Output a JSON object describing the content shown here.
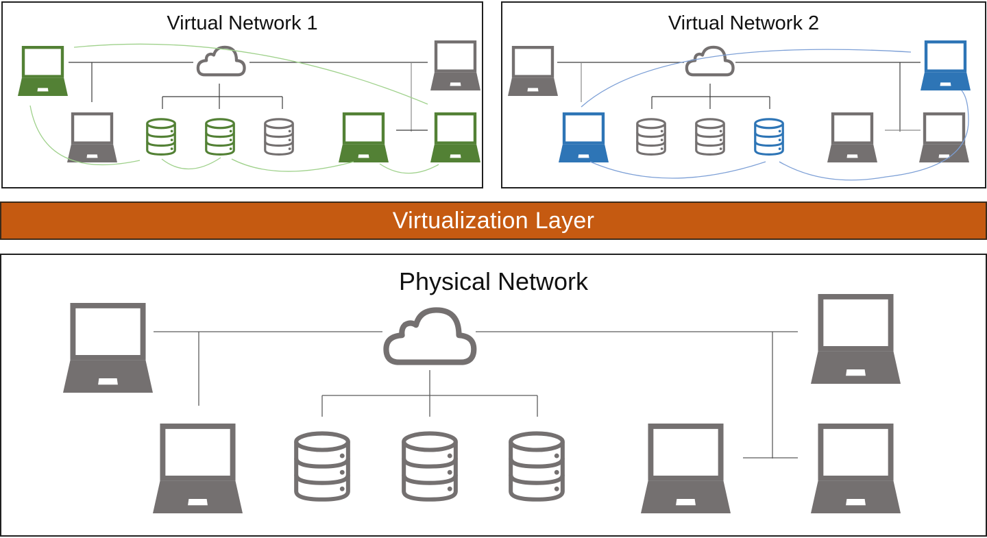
{
  "colors": {
    "device_gray": "#747070",
    "line_dark": "#3b3b3b",
    "vn1_accent": "#538135",
    "vn1_link": "#9fd18b",
    "vn2_accent": "#2e75b6",
    "vn2_link": "#7c9fd6",
    "virtualization_layer": "#c55a11",
    "panel_border": "#1f1f1f"
  },
  "virtual_network_1": {
    "title": "Virtual Network 1",
    "nodes": [
      {
        "id": "laptop-top-left",
        "type": "laptop",
        "member": true
      },
      {
        "id": "cloud",
        "type": "cloud",
        "member": false
      },
      {
        "id": "laptop-top-right",
        "type": "laptop",
        "member": false
      },
      {
        "id": "laptop-bottom-1",
        "type": "laptop",
        "member": false
      },
      {
        "id": "server-1",
        "type": "server",
        "member": true
      },
      {
        "id": "server-2",
        "type": "server",
        "member": true
      },
      {
        "id": "server-3",
        "type": "server",
        "member": false
      },
      {
        "id": "laptop-bottom-4",
        "type": "laptop",
        "member": true
      },
      {
        "id": "laptop-bottom-5",
        "type": "laptop",
        "member": true
      }
    ]
  },
  "virtual_network_2": {
    "title": "Virtual Network 2",
    "nodes": [
      {
        "id": "laptop-top-left",
        "type": "laptop",
        "member": false
      },
      {
        "id": "cloud",
        "type": "cloud",
        "member": false
      },
      {
        "id": "laptop-top-right",
        "type": "laptop",
        "member": true
      },
      {
        "id": "laptop-bottom-1",
        "type": "laptop",
        "member": true
      },
      {
        "id": "server-1",
        "type": "server",
        "member": false
      },
      {
        "id": "server-2",
        "type": "server",
        "member": false
      },
      {
        "id": "server-3",
        "type": "server",
        "member": true
      },
      {
        "id": "laptop-bottom-4",
        "type": "laptop",
        "member": false
      },
      {
        "id": "laptop-bottom-5",
        "type": "laptop",
        "member": false
      }
    ]
  },
  "virtualization_layer": {
    "label": "Virtualization Layer"
  },
  "physical_network": {
    "title": "Physical Network",
    "nodes": [
      {
        "id": "laptop-top-left",
        "type": "laptop"
      },
      {
        "id": "cloud",
        "type": "cloud"
      },
      {
        "id": "laptop-top-right",
        "type": "laptop"
      },
      {
        "id": "laptop-bottom-1",
        "type": "laptop"
      },
      {
        "id": "server-1",
        "type": "server"
      },
      {
        "id": "server-2",
        "type": "server"
      },
      {
        "id": "server-3",
        "type": "server"
      },
      {
        "id": "laptop-bottom-4",
        "type": "laptop"
      },
      {
        "id": "laptop-bottom-5",
        "type": "laptop"
      }
    ]
  }
}
